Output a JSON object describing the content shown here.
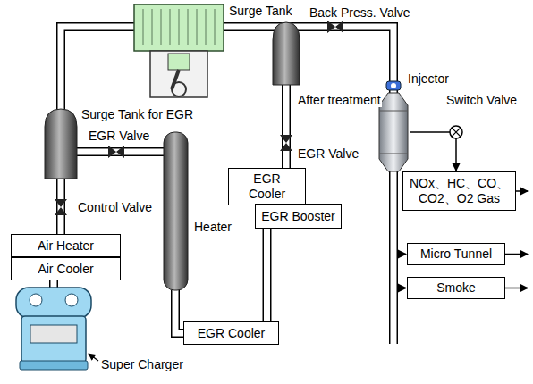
{
  "diagram": {
    "nodes": [
      {
        "text": [
          "EGR Cooler"
        ]
      },
      {
        "text": [
          "EGR Booster"
        ]
      },
      {
        "text": [
          "Air Heater"
        ]
      },
      {
        "text": [
          "Air Cooler"
        ]
      },
      {
        "text": [
          "NOx、HC、CO、 CO2、O2 Gas"
        ]
      },
      {
        "text": [
          "Micro Tunnel"
        ]
      },
      {
        "text": [
          "Smoke"
        ]
      },
      {
        "text": [
          "EGR Cooler"
        ]
      }
    ],
    "edges": [
      {
        "from": 0,
        "to": 1,
        "arrow": "none"
      },
      {
        "from": 1,
        "to": 7,
        "arrow": "none"
      }
    ],
    "labels": [
      "Surge Tank",
      "Back Press. Valve",
      "Injector",
      "After treatment",
      "Switch Valve",
      "Surge Tank for EGR",
      "EGR Valve",
      "EGR Valve",
      "Control Valve",
      "Heater",
      "Super Charger"
    ]
  }
}
